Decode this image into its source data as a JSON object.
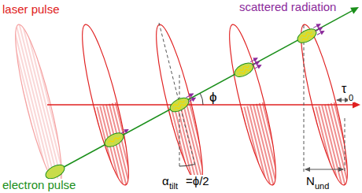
{
  "diagram": {
    "labels": [
      "laser pulse",
      "scattered radiation",
      "electron pulse",
      "ϕ",
      "τ",
      "0",
      "α",
      "tilt",
      "=ϕ/2",
      "N",
      "und"
    ]
  }
}
